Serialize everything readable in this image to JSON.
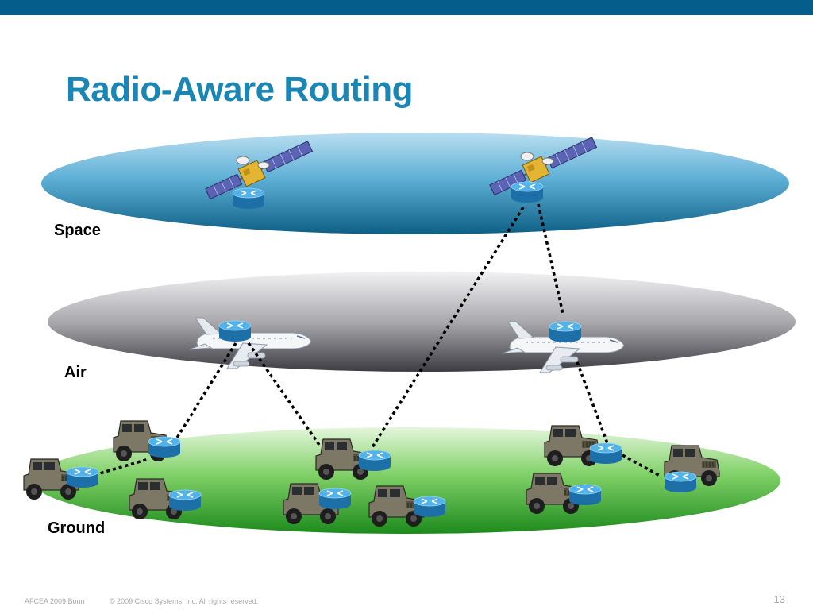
{
  "slide": {
    "title": "Radio-Aware Routing",
    "footer_left": "AFCEA 2009 Bonn",
    "footer_copyright": "© 2009 Cisco Systems, Inc. All rights reserved.",
    "page_number": "13"
  },
  "layers": {
    "space": "Space",
    "air": "Air",
    "ground": "Ground"
  },
  "colors": {
    "header_bar": "#045d8b",
    "title": "#1a86b6",
    "space_layer": "#3a9cc4",
    "air_layer": "#6e6e74",
    "ground_layer": "#38a832",
    "router": "#2f9ad6",
    "link": "#000000"
  },
  "icons": {
    "satellite": "satellite-icon",
    "aircraft": "aircraft-icon",
    "vehicle": "humvee-icon",
    "router": "router-icon"
  }
}
